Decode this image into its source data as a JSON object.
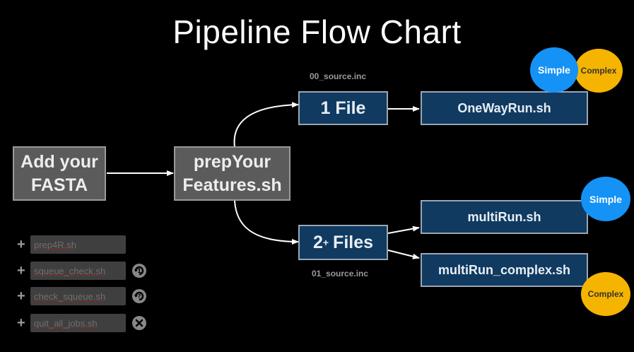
{
  "title": "Pipeline Flow Chart",
  "nodes": {
    "fasta": "Add your\nFASTA",
    "prep": "prepYour\nFeatures.sh",
    "one_file": "1 File",
    "two_files_num": "2",
    "two_files_sup": "+",
    "two_files_word": "Files",
    "oneway": "OneWayRun.sh",
    "multirun": "multiRun.sh",
    "multirun_complex": "multiRun_complex.sh"
  },
  "labels": {
    "source0": "00_source.inc",
    "source1": "01_source.inc"
  },
  "badges": {
    "simple": "Simple",
    "complex": "Complex"
  },
  "utilities": [
    {
      "label": "prep4R.sh",
      "icon": "none"
    },
    {
      "label": "squeue_check.sh",
      "icon": "refresh-1-icon"
    },
    {
      "label": "check_squeue.sh",
      "icon": "refresh-question-icon"
    },
    {
      "label": "quit_all_jobs.sh",
      "icon": "close-circle-icon"
    }
  ],
  "colors": {
    "background": "#000000",
    "gray_node": "#5b5b5b",
    "blue_node": "#103a60",
    "simple_badge": "#1592f6",
    "complex_badge": "#f5b400"
  }
}
